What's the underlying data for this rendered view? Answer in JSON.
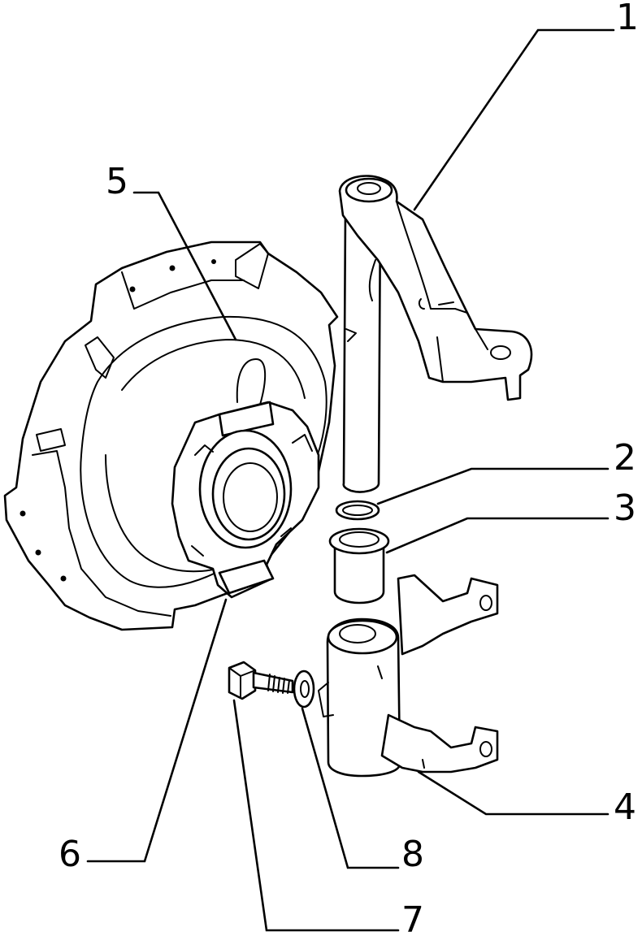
{
  "callouts": [
    {
      "id": "1",
      "label": "1",
      "part": "release-fork-lever"
    },
    {
      "id": "2",
      "label": "2",
      "part": "o-ring"
    },
    {
      "id": "3",
      "label": "3",
      "part": "bushing"
    },
    {
      "id": "4",
      "label": "4",
      "part": "release-fork"
    },
    {
      "id": "5",
      "label": "5",
      "part": "clutch-cover"
    },
    {
      "id": "6",
      "label": "6",
      "part": "release-bearing"
    },
    {
      "id": "7",
      "label": "7",
      "part": "bolt"
    },
    {
      "id": "8",
      "label": "8",
      "part": "lock-washer"
    }
  ],
  "colors": {
    "line": "#000000",
    "background": "#ffffff"
  }
}
